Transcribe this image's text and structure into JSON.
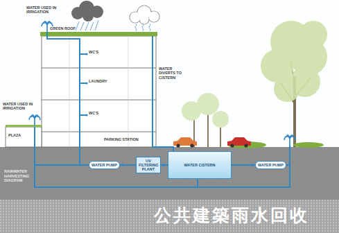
{
  "diagram": {
    "title": "RAINWATER HARVESTING DIAGRAM",
    "caption": "公共建築雨水回收",
    "nodes": [
      {
        "text": [
          "WATER PUMP"
        ]
      },
      {
        "text": [
          "UV FILTERING PLANT"
        ]
      },
      {
        "text": [
          "WATER CISTERN"
        ]
      },
      {
        "text": [
          "WATER PUMP"
        ]
      }
    ],
    "edges": [
      {
        "from": 2,
        "to": 1,
        "arrow": "to"
      },
      {
        "from": 1,
        "to": 0,
        "arrow": "to"
      },
      {
        "from": 2,
        "to": 3,
        "arrow": "to"
      }
    ],
    "labels": [
      "WATER USED IN IRRIGATION",
      "GREEN ROOF",
      "WC'S",
      "LAUNDRY",
      "WC'S",
      "WATER DIVERTS TO CISTERN",
      "WATER USED IN IRRIGATION",
      "PLAZA",
      "PARKING STATION"
    ]
  }
}
